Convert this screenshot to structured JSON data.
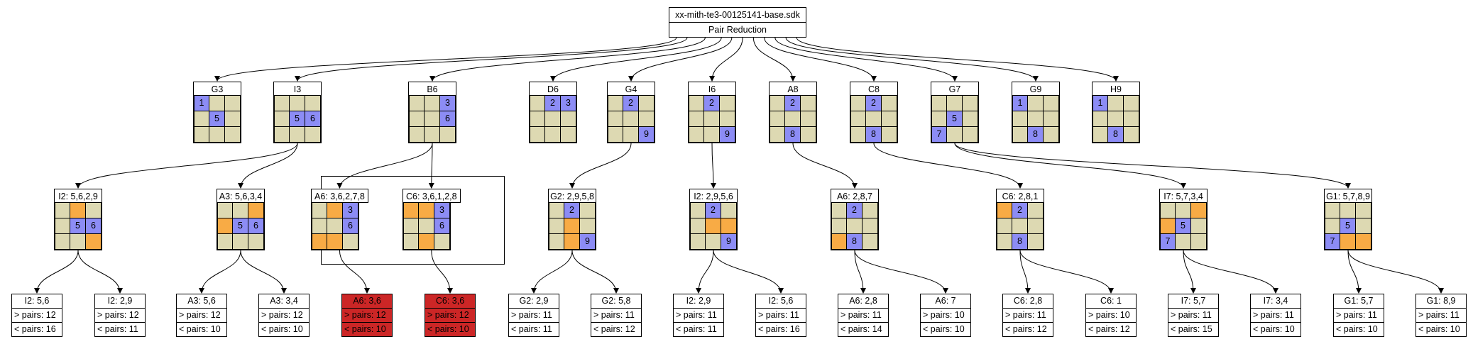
{
  "root": {
    "file": "xx-mith-te3-00125141-base.sdk",
    "title": "Pair Reduction"
  },
  "colors": {
    "cell": "#ddd9b2",
    "blue": "#8c8cf5",
    "orange": "#f8ab45",
    "red": "#cc2626"
  },
  "row1": [
    {
      "id": "G3",
      "label": "G3",
      "cells": [
        "1b",
        "",
        "",
        "",
        "5b",
        "",
        "",
        "",
        ""
      ]
    },
    {
      "id": "I3",
      "label": "I3",
      "cells": [
        "",
        "",
        "",
        "",
        "5b",
        "6b",
        "",
        "",
        ""
      ]
    },
    {
      "id": "B6",
      "label": "B6",
      "cells": [
        "",
        "",
        "3b",
        "",
        "",
        "6b",
        "",
        "",
        ""
      ]
    },
    {
      "id": "D6",
      "label": "D6",
      "cells": [
        "",
        "2b",
        "3b",
        "",
        "",
        "",
        "",
        "",
        ""
      ]
    },
    {
      "id": "G4",
      "label": "G4",
      "cells": [
        "",
        "2b",
        "",
        "",
        "",
        "",
        "",
        "",
        "9b"
      ]
    },
    {
      "id": "I6",
      "label": "I6",
      "cells": [
        "",
        "2b",
        "",
        "",
        "",
        "",
        "",
        "",
        "9b"
      ]
    },
    {
      "id": "A8",
      "label": "A8",
      "cells": [
        "",
        "2b",
        "",
        "",
        "",
        "",
        "",
        "8b",
        ""
      ]
    },
    {
      "id": "C8",
      "label": "C8",
      "cells": [
        "",
        "2b",
        "",
        "",
        "",
        "",
        "",
        "8b",
        ""
      ]
    },
    {
      "id": "G7",
      "label": "G7",
      "cells": [
        "",
        "",
        "",
        "",
        "5b",
        "",
        "7b",
        "",
        ""
      ]
    },
    {
      "id": "G9",
      "label": "G9",
      "cells": [
        "1b",
        "",
        "",
        "",
        "",
        "",
        "",
        "8b",
        ""
      ]
    },
    {
      "id": "H9",
      "label": "H9",
      "cells": [
        "1b",
        "",
        "",
        "",
        "",
        "",
        "",
        "8b",
        ""
      ]
    }
  ],
  "row2": [
    {
      "id": "I2a",
      "label": "I2: 5,6,2,9",
      "cells": [
        "",
        "o",
        "",
        "",
        "5b",
        "6b",
        "",
        "",
        "o"
      ]
    },
    {
      "id": "A3a",
      "label": "A3: 5,6,3,4",
      "cells": [
        "",
        "",
        "o",
        "o",
        "5b",
        "6b",
        "",
        "",
        ""
      ]
    },
    {
      "id": "A6a",
      "label": "A6: 3,6,2,7,8",
      "cells": [
        "",
        "o",
        "3b",
        "",
        "",
        "6b",
        "o",
        "o",
        ""
      ]
    },
    {
      "id": "C6a",
      "label": "C6: 3,6,1,2,8",
      "cells": [
        "o",
        "o",
        "3b",
        "",
        "",
        "6b",
        "",
        "o",
        ""
      ]
    },
    {
      "id": "G2a",
      "label": "G2: 2,9,5,8",
      "cells": [
        "",
        "2b",
        "",
        "",
        "o",
        "",
        "",
        "o",
        "9b"
      ]
    },
    {
      "id": "I2b",
      "label": "I2: 2,9,5,6",
      "cells": [
        "",
        "2b",
        "",
        "",
        "o",
        "o",
        "",
        "",
        "9b"
      ]
    },
    {
      "id": "A6b",
      "label": "A6: 2,8,7",
      "cells": [
        "",
        "2b",
        "",
        "",
        "",
        "",
        "o",
        "8b",
        ""
      ]
    },
    {
      "id": "C6b",
      "label": "C6: 2,8,1",
      "cells": [
        "o",
        "2b",
        "",
        "",
        "",
        "",
        "",
        "8b",
        ""
      ]
    },
    {
      "id": "I7a",
      "label": "I7: 5,7,3,4",
      "cells": [
        "",
        "",
        "o",
        "o",
        "5b",
        "",
        "7b",
        "",
        ""
      ]
    },
    {
      "id": "G1a",
      "label": "G1: 5,7,8,9",
      "cells": [
        "",
        "",
        "",
        "",
        "5b",
        "",
        "7b",
        "o",
        "o"
      ]
    }
  ],
  "leaves": [
    {
      "id": "L1",
      "label": "I2: 5,6",
      "gt": "> pairs: 12",
      "lt": "< pairs: 16",
      "red": false
    },
    {
      "id": "L2",
      "label": "I2: 2,9",
      "gt": "> pairs: 12",
      "lt": "< pairs: 11",
      "red": false
    },
    {
      "id": "L3",
      "label": "A3: 5,6",
      "gt": "> pairs: 12",
      "lt": "< pairs: 10",
      "red": false
    },
    {
      "id": "L4",
      "label": "A3: 3,4",
      "gt": "> pairs: 12",
      "lt": "< pairs: 10",
      "red": false
    },
    {
      "id": "L5",
      "label": "A6: 3,6",
      "gt": "> pairs: 12",
      "lt": "< pairs: 10",
      "red": true
    },
    {
      "id": "L6",
      "label": "C6: 3,6",
      "gt": "> pairs: 12",
      "lt": "< pairs: 10",
      "red": true
    },
    {
      "id": "L7",
      "label": "G2: 2,9",
      "gt": "> pairs: 11",
      "lt": "< pairs: 11",
      "red": false
    },
    {
      "id": "L8",
      "label": "G2: 5,8",
      "gt": "> pairs: 11",
      "lt": "< pairs: 12",
      "red": false
    },
    {
      "id": "L9",
      "label": "I2: 2,9",
      "gt": "> pairs: 11",
      "lt": "< pairs: 11",
      "red": false
    },
    {
      "id": "L10",
      "label": "I2: 5,6",
      "gt": "> pairs: 11",
      "lt": "< pairs: 16",
      "red": false
    },
    {
      "id": "L11",
      "label": "A6: 2,8",
      "gt": "> pairs: 11",
      "lt": "< pairs: 14",
      "red": false
    },
    {
      "id": "L12",
      "label": "A6: 7",
      "gt": "> pairs: 10",
      "lt": "< pairs: 10",
      "red": false
    },
    {
      "id": "L13",
      "label": "C6: 2,8",
      "gt": "> pairs: 11",
      "lt": "< pairs: 12",
      "red": false
    },
    {
      "id": "L14",
      "label": "C6: 1",
      "gt": "> pairs: 10",
      "lt": "< pairs: 12",
      "red": false
    },
    {
      "id": "L15",
      "label": "I7: 5,7",
      "gt": "> pairs: 11",
      "lt": "< pairs: 15",
      "red": false
    },
    {
      "id": "L16",
      "label": "I7: 3,4",
      "gt": "> pairs: 11",
      "lt": "< pairs: 10",
      "red": false
    },
    {
      "id": "L17",
      "label": "G1: 5,7",
      "gt": "> pairs: 11",
      "lt": "< pairs: 10",
      "red": false
    },
    {
      "id": "L18",
      "label": "G1: 8,9",
      "gt": "> pairs: 11",
      "lt": "< pairs: 10",
      "red": false
    }
  ],
  "edges": [
    [
      "root",
      "G3"
    ],
    [
      "root",
      "I3"
    ],
    [
      "root",
      "B6"
    ],
    [
      "root",
      "D6"
    ],
    [
      "root",
      "G4"
    ],
    [
      "root",
      "I6"
    ],
    [
      "root",
      "A8"
    ],
    [
      "root",
      "C8"
    ],
    [
      "root",
      "G7"
    ],
    [
      "root",
      "G9"
    ],
    [
      "root",
      "H9"
    ],
    [
      "I3",
      "I2a"
    ],
    [
      "I3",
      "A3a"
    ],
    [
      "B6",
      "A6a"
    ],
    [
      "B6",
      "C6a"
    ],
    [
      "G4",
      "G2a"
    ],
    [
      "I6",
      "I2b"
    ],
    [
      "A8",
      "A6b"
    ],
    [
      "C8",
      "C6b"
    ],
    [
      "G7",
      "I7a"
    ],
    [
      "G7",
      "G1a"
    ],
    [
      "I2a",
      "L1"
    ],
    [
      "I2a",
      "L2"
    ],
    [
      "A3a",
      "L3"
    ],
    [
      "A3a",
      "L4"
    ],
    [
      "A6a",
      "L5"
    ],
    [
      "C6a",
      "L6"
    ],
    [
      "G2a",
      "L7"
    ],
    [
      "G2a",
      "L8"
    ],
    [
      "I2b",
      "L9"
    ],
    [
      "I2b",
      "L10"
    ],
    [
      "A6b",
      "L11"
    ],
    [
      "A6b",
      "L12"
    ],
    [
      "C6b",
      "L13"
    ],
    [
      "C6b",
      "L14"
    ],
    [
      "I7a",
      "L15"
    ],
    [
      "I7a",
      "L16"
    ],
    [
      "G1a",
      "L17"
    ],
    [
      "G1a",
      "L18"
    ]
  ]
}
